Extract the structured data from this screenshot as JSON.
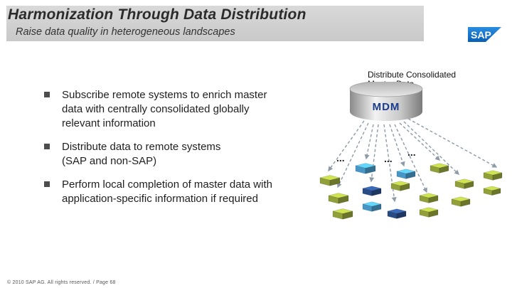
{
  "header": {
    "title": "Harmonization Through Data Distribution",
    "subtitle": "Raise data quality in heterogeneous landscapes"
  },
  "logo": {
    "icon": "sap-logo",
    "text": "SAP",
    "color": "#0a6ed1"
  },
  "bullets": [
    {
      "line1": "Subscribe remote systems to enrich master",
      "line2": "data with centrally consolidated globally",
      "line3": "relevant information"
    },
    {
      "line1": "Distribute data to remote systems",
      "line2": "(SAP and non-SAP)"
    },
    {
      "line1": "Perform local completion of master data with",
      "line2": "application-specific information if required"
    }
  ],
  "diagram": {
    "caption_line1": "Distribute Consolidated",
    "caption_line2": "Master Data",
    "hub_label": "MDM",
    "ellipsis": "...",
    "colors": {
      "hub_text": "#1a3c8c",
      "green_cube": "#9aa83c",
      "blue_cube": "#4a9fd0",
      "dark_cube": "#2a4f8a",
      "arrow": "#8d9aa8"
    }
  },
  "footer": {
    "text": "© 2010 SAP AG. All rights reserved. / Page 68"
  }
}
